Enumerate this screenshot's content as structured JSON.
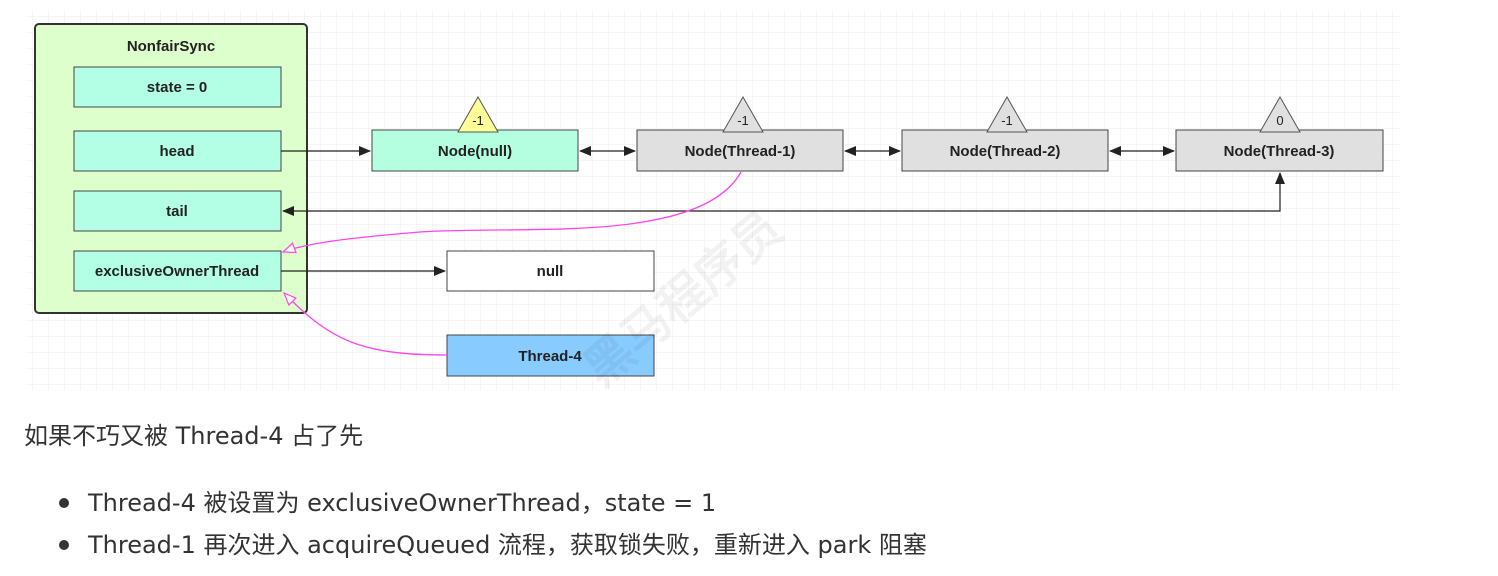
{
  "diagram": {
    "sync": {
      "title": "NonfairSync",
      "state": "state = 0",
      "head": "head",
      "tail": "tail",
      "owner": "exclusiveOwnerThread"
    },
    "nodes": [
      {
        "label": "Node(null)",
        "wait_status": "-1",
        "fill": "#b3ffe0",
        "triangle": "#ffff99"
      },
      {
        "label": "Node(Thread-1)",
        "wait_status": "-1",
        "fill": "#e0e0e0",
        "triangle": "#e0e0e0"
      },
      {
        "label": "Node(Thread-2)",
        "wait_status": "-1",
        "fill": "#e0e0e0",
        "triangle": "#e0e0e0"
      },
      {
        "label": "Node(Thread-3)",
        "wait_status": "0",
        "fill": "#e0e0e0",
        "triangle": "#e0e0e0"
      }
    ],
    "null_box": "null",
    "thread4": "Thread-4",
    "colors": {
      "sync_bg": "#ddffcc",
      "field_fill": "#b3ffe6",
      "thread4_fill": "#88ccff",
      "pink_arrow": "#ff44ee"
    }
  },
  "text": {
    "intro": "如果不巧又被 Thread-4 占了先",
    "bullets": [
      "Thread-4 被设置为 exclusiveOwnerThread，state = 1",
      "Thread-1 再次进入 acquireQueued 流程，获取锁失败，重新进入 park 阻塞"
    ]
  },
  "watermark": "黑马程序员"
}
